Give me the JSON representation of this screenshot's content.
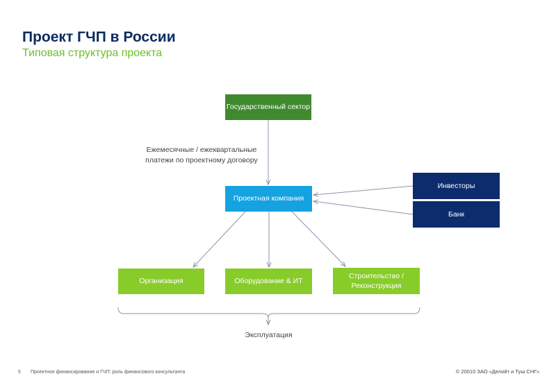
{
  "header": {
    "title": "Проект ГЧП в России",
    "subtitle": "Типовая структура проекта"
  },
  "nodes": {
    "gov": "Государственный сектор",
    "project": "Проектная компания",
    "investors": "Инвесторы",
    "bank": "Банк",
    "org": "Организация",
    "equipment": "Оборудование & ИТ",
    "construction": "Строительство / Реконструкция"
  },
  "labels": {
    "payments": "Ежемесячные / ежеквартальные платежи по проектному договору",
    "operation": "Эксплуатация"
  },
  "footer": {
    "page": "5",
    "left": "Проектное финансирование и ГЧП: роль финансового консультанта",
    "right": "© 20010 ЗАО «Делойт и Туш СНГ»"
  },
  "colors": {
    "title": "#0b2a5e",
    "subtitle": "#6cbf2a",
    "gov_box": "#3f8a2e",
    "project_box": "#14a3e0",
    "navy_box": "#0d2c6e",
    "green_box": "#88cc2a",
    "connector": "#8a94a8"
  }
}
